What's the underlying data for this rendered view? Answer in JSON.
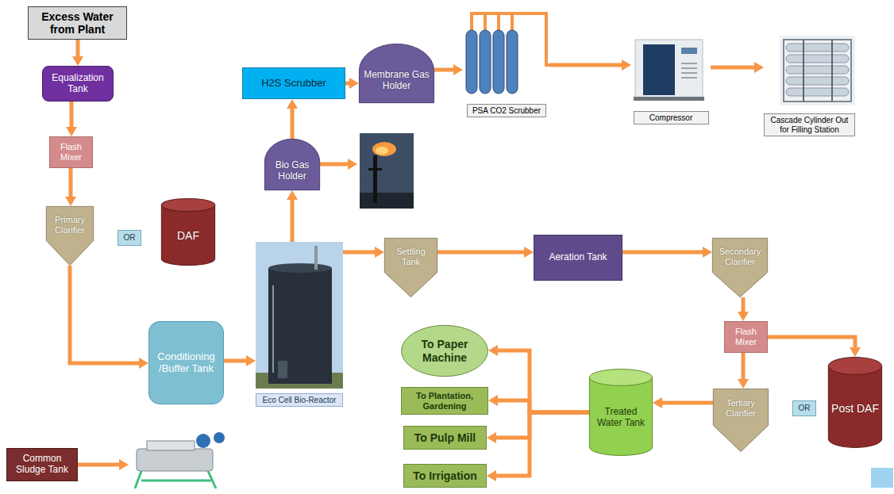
{
  "diagram": {
    "nodes": [
      {
        "text": [
          "Excess Water from Plant"
        ]
      },
      {
        "text": [
          "Equalization Tank"
        ]
      },
      {
        "text": [
          "Flash Mixer"
        ]
      },
      {
        "text": [
          "Primary Clarifier"
        ]
      },
      {
        "text": [
          "OR"
        ]
      },
      {
        "text": [
          "DAF"
        ]
      },
      {
        "text": [
          "H2S Scrubber"
        ]
      },
      {
        "text": [
          "Membrane Gas Holder"
        ]
      },
      {
        "text": [
          "PSA CO2 Scrubber"
        ]
      },
      {
        "text": [
          "Compressor"
        ]
      },
      {
        "text": [
          "Cascade Cylinder Out for Filling Station"
        ]
      },
      {
        "text": [
          "Bio Gas Holder"
        ]
      },
      {
        "text": [
          "Conditioning /Buffer Tank"
        ]
      },
      {
        "text": [
          "Eco Cell Bio-Reactor"
        ]
      },
      {
        "text": [
          "Settling Tank"
        ]
      },
      {
        "text": [
          "Aeration Tank"
        ]
      },
      {
        "text": [
          "Secondary Clarifier"
        ]
      },
      {
        "text": [
          "Flash Mixer"
        ]
      },
      {
        "text": [
          "Tertiary Clarifier"
        ]
      },
      {
        "text": [
          "OR"
        ]
      },
      {
        "text": [
          "Post DAF"
        ]
      },
      {
        "text": [
          "Treated Water Tank"
        ]
      },
      {
        "text": [
          "To Paper Machine"
        ]
      },
      {
        "text": [
          "To Plantation, Gardening"
        ]
      },
      {
        "text": [
          "To Pulp Mill"
        ]
      },
      {
        "text": [
          "To Irrigation"
        ]
      },
      {
        "text": [
          "Common Sludge Tank"
        ]
      }
    ],
    "edges": [
      {
        "from": 0,
        "to": 1,
        "arrow": "to"
      },
      {
        "from": 1,
        "to": 2,
        "arrow": "to"
      },
      {
        "from": 2,
        "to": 3,
        "arrow": "to"
      },
      {
        "from": 3,
        "to": 12,
        "arrow": "to"
      },
      {
        "from": 12,
        "to": 13,
        "arrow": "to"
      },
      {
        "from": 13,
        "to": 11,
        "arrow": "to"
      },
      {
        "from": 11,
        "to": 6,
        "arrow": "to"
      },
      {
        "from": 6,
        "to": 7,
        "arrow": "to"
      },
      {
        "from": 7,
        "to": 8,
        "arrow": "to"
      },
      {
        "from": 8,
        "to": 9,
        "arrow": "to"
      },
      {
        "from": 9,
        "to": 10,
        "arrow": "to"
      },
      {
        "from": 13,
        "to": 14,
        "arrow": "to"
      },
      {
        "from": 14,
        "to": 15,
        "arrow": "to"
      },
      {
        "from": 15,
        "to": 16,
        "arrow": "to"
      },
      {
        "from": 16,
        "to": 17,
        "arrow": "to"
      },
      {
        "from": 17,
        "to": 18,
        "arrow": "to"
      },
      {
        "from": 17,
        "to": 20,
        "arrow": "to"
      },
      {
        "from": 18,
        "to": 21,
        "arrow": "to"
      },
      {
        "from": 21,
        "to": 22,
        "arrow": "to"
      },
      {
        "from": 21,
        "to": 23,
        "arrow": "to"
      },
      {
        "from": 21,
        "to": 24,
        "arrow": "to"
      },
      {
        "from": 21,
        "to": 25,
        "arrow": "to"
      }
    ]
  }
}
